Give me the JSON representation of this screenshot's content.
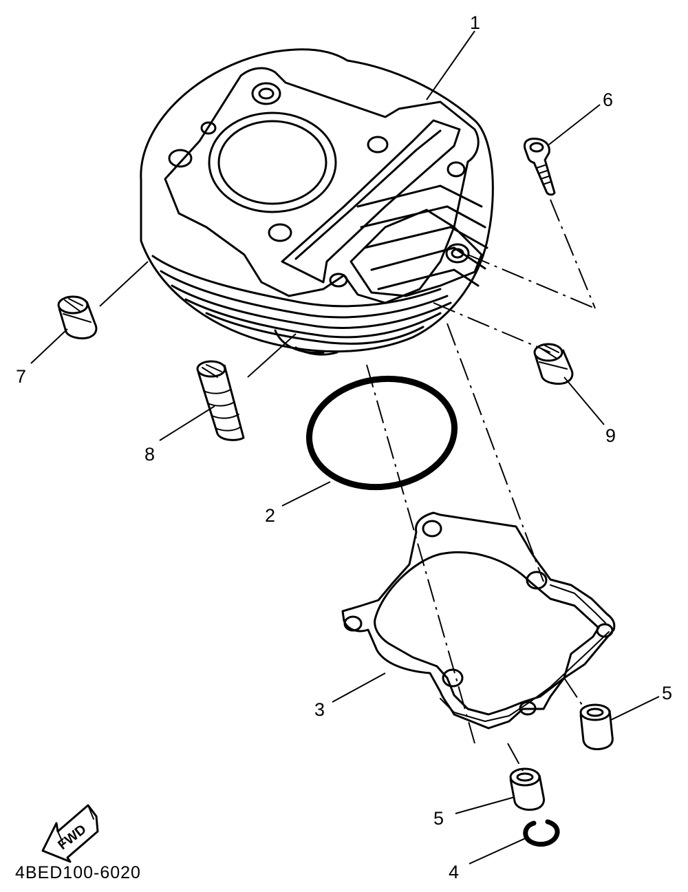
{
  "callouts": {
    "c1": "1",
    "c2": "2",
    "c3": "3",
    "c4": "4",
    "c5a": "5",
    "c5b": "5",
    "c6": "6",
    "c7": "7",
    "c8": "8",
    "c9": "9"
  },
  "diagram_code": "4BED100-6020",
  "direction_arrow": "FWD"
}
